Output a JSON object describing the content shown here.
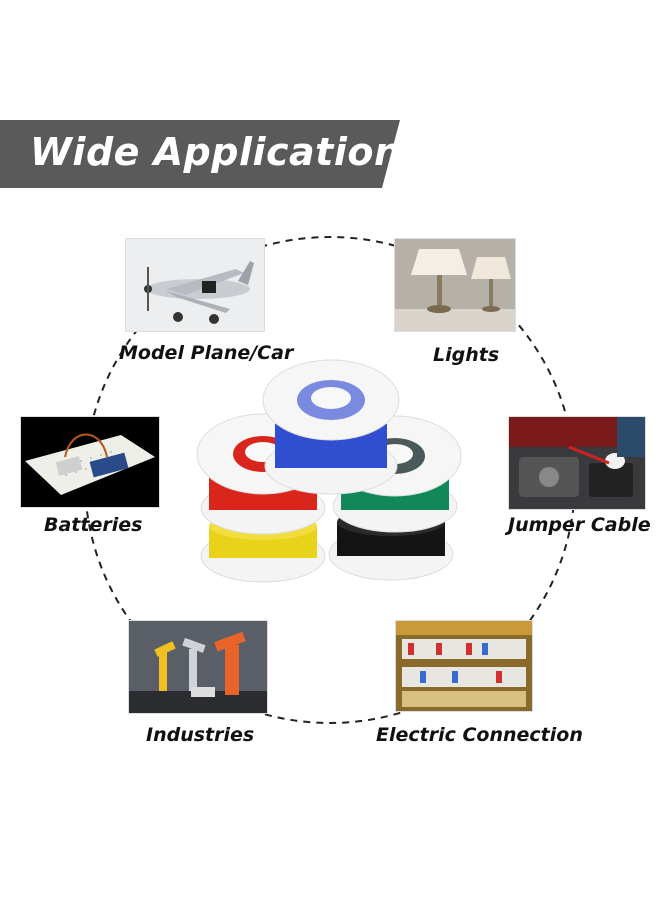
{
  "banner": {
    "title": "Wide Applications",
    "color": "#5a5a5a"
  },
  "applications": [
    {
      "label": "Model Plane/Car",
      "icon": "airplane-icon"
    },
    {
      "label": "Lights",
      "icon": "lamp-icon"
    },
    {
      "label": "Batteries",
      "icon": "battery-board-icon"
    },
    {
      "label": "Jumper Cable",
      "icon": "engine-icon"
    },
    {
      "label": "Industries",
      "icon": "robot-arm-icon"
    },
    {
      "label": "Electric Connection",
      "icon": "breaker-panel-icon"
    }
  ],
  "spools": [
    {
      "color": "#2f4fd0",
      "name": "blue-spool"
    },
    {
      "color": "#d9251c",
      "name": "red-spool"
    },
    {
      "color": "#11875a",
      "name": "green-spool"
    },
    {
      "color": "#e8d21a",
      "name": "yellow-spool"
    },
    {
      "color": "#141414",
      "name": "black-spool"
    }
  ]
}
